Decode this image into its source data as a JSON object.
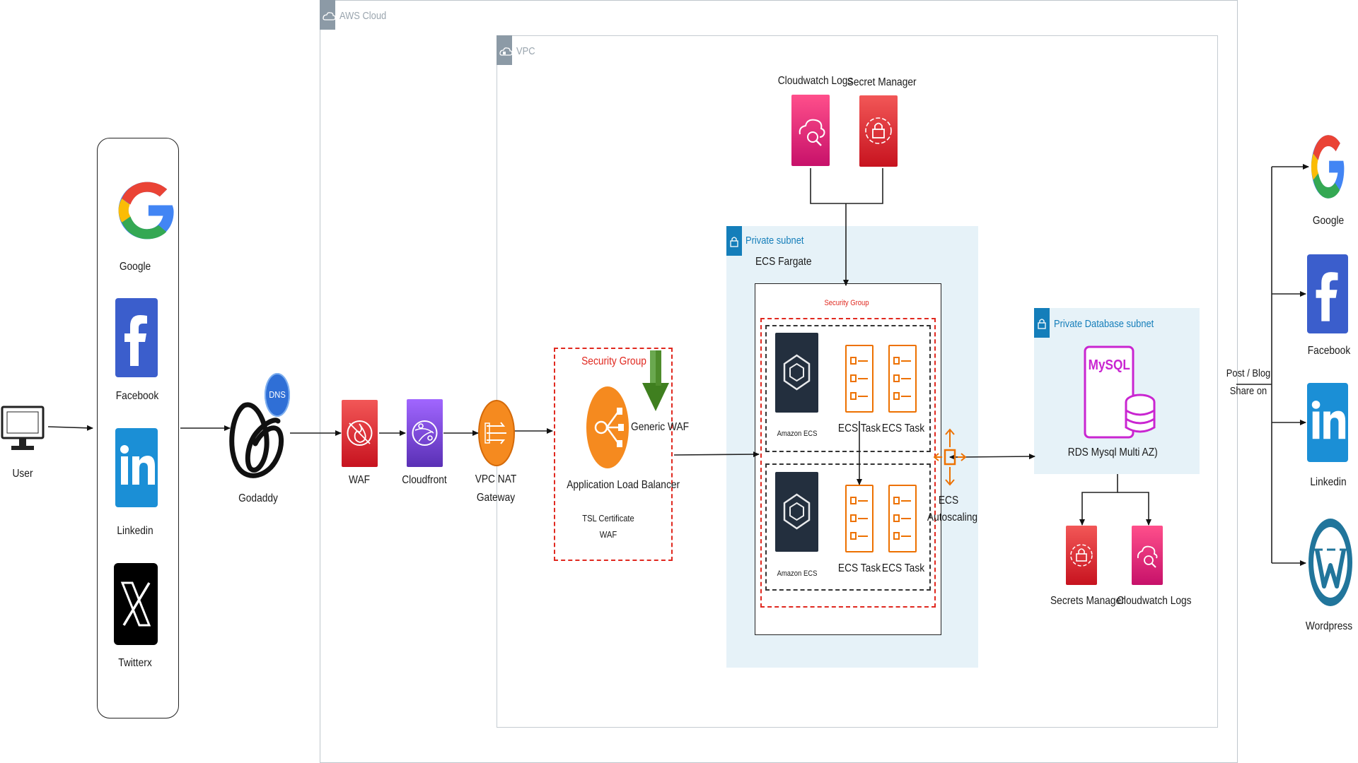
{
  "groups": {
    "aws_cloud": "AWS Cloud",
    "vpc": "VPC",
    "private_subnet": "Private subnet",
    "ecs_fargate": "ECS Fargate",
    "security_group_alb": "Security Group",
    "security_group_ecs": "Security Group",
    "private_db_subnet": "Private Database subnet"
  },
  "left_social": [
    {
      "label": "Google",
      "icon": "google-icon"
    },
    {
      "label": "Facebook",
      "icon": "facebook-icon"
    },
    {
      "label": "Linkedin",
      "icon": "linkedin-icon"
    },
    {
      "label": "Twitterx",
      "icon": "x-icon"
    }
  ],
  "right_social": [
    {
      "label": "Google",
      "icon": "google-icon"
    },
    {
      "label": "Facebook",
      "icon": "facebook-icon"
    },
    {
      "label": "Linkedin",
      "icon": "linkedin-icon"
    },
    {
      "label": "Wordpress",
      "icon": "wordpress-icon"
    }
  ],
  "nodes": {
    "user": "User",
    "godaddy": "Godaddy",
    "dns_badge": "DNS",
    "waf": "WAF",
    "cloudfront": "Cloudfront",
    "nat_line1": "VPC NAT",
    "nat_line2": "Gateway",
    "generic_waf": "Generic WAF",
    "alb": "Application Load Balancer",
    "tsl_line1": "TSL Certificate",
    "tsl_line2": "WAF",
    "cloudwatch_logs_top": "Cloudwatch Logs",
    "secret_manager_top": "Secret Manager",
    "amazon_ecs_1": "Amazon ECS",
    "ecs_task_1": "ECS Task",
    "ecs_task_2": "ECS Task",
    "amazon_ecs_2": "Amazon ECS",
    "ecs_task_3": "ECS Task",
    "ecs_task_4": "ECS Task",
    "ecs_auto_line1": "ECS",
    "ecs_auto_line2": "Autoscaling",
    "mysql_badge": "MySQL",
    "rds": "RDS Mysql Multi AZ)",
    "secrets_manager_bottom": "Secrets Manager",
    "cloudwatch_logs_bottom": "Cloudwatch Logs",
    "post_line1": "Post / Blog",
    "post_line2": "Share on"
  },
  "colors": {
    "security_red": "#e7157b",
    "security_orange_red": "#dd344c",
    "compute_orange": "#ed7100",
    "network_purple": "#8c4fff",
    "subnet_fill": "#e6f2f8",
    "subnet_blue": "#147eba",
    "ecs_dark": "#232f3e",
    "dashed_red": "#e0281f",
    "group_gray": "#8c9aa6"
  }
}
